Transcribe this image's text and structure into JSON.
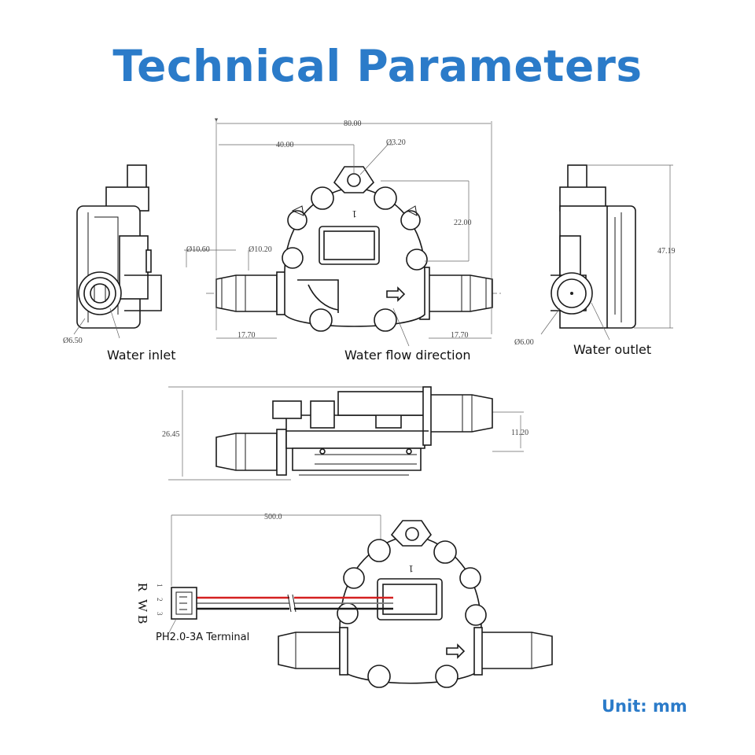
{
  "title": "Technical Parameters",
  "unit_label": "Unit: mm",
  "dimensions": {
    "overall_length": "80.00",
    "hole_offset": "40.00",
    "hole_dia": "Ø3.20",
    "hole_height": "22.00",
    "outlet_dia_outer": "Ø10.60",
    "inlet_dia_outer": "Ø10.20",
    "left_pipe_len": "17.70",
    "right_pipe_len": "17.70",
    "side_height": "47.19",
    "inlet_dia": "Ø6.50",
    "outlet_dia": "Ø6.00",
    "body_height": "26.45",
    "pipe_offset": "11.20",
    "cable_length": "500.0"
  },
  "labels": {
    "water_inlet": "Water inlet",
    "water_flow": "Water flow direction",
    "water_outlet": "Water outlet",
    "terminal": "PH2.0-3A Terminal"
  },
  "wires": {
    "letters": [
      "R",
      "W",
      "B"
    ],
    "numbers": [
      "1",
      "2",
      "3"
    ]
  },
  "colors": {
    "accent": "#2b7bc9",
    "red_wire": "#d42020",
    "black_wire": "#1a1a1a"
  }
}
